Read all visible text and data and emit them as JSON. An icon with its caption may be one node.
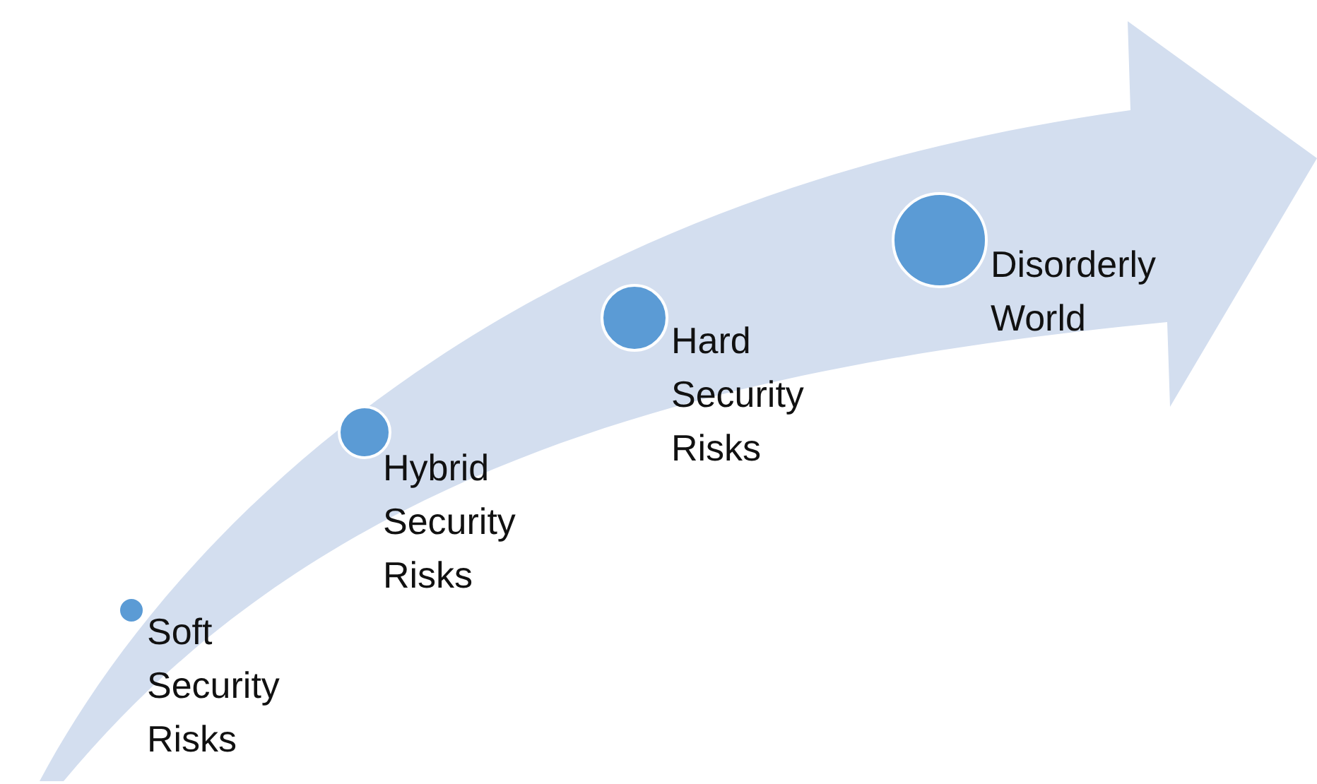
{
  "diagram": {
    "nodes": [
      {
        "text": [],
        "shape": "circle",
        "beside": [
          "Soft Security Risks"
        ]
      },
      {
        "text": [],
        "shape": "circle",
        "beside": [
          "Hybrid Security Risks"
        ]
      },
      {
        "text": [],
        "shape": "circle",
        "beside": [
          "Hard Security Risks"
        ]
      },
      {
        "text": [],
        "shape": "circle",
        "beside": [
          "Disorderly World"
        ]
      }
    ]
  }
}
